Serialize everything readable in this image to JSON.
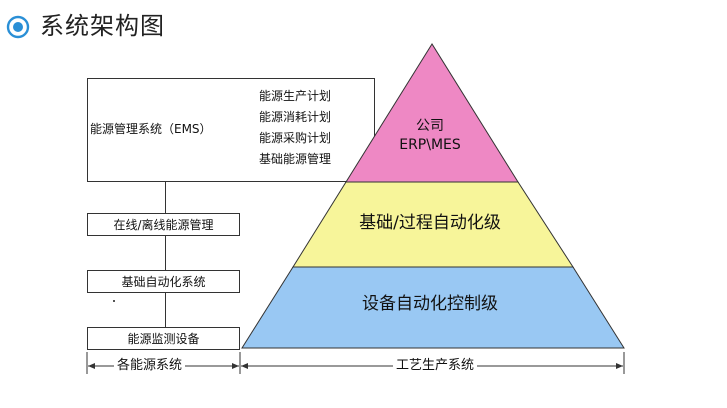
{
  "header": {
    "title": "系统架构图",
    "icon": "circle-bullet-icon",
    "accent_color": "#2a8fd6"
  },
  "ems": {
    "label": "能源管理系统（EMS）",
    "plans": [
      "能源生产计划",
      "能源消耗计划",
      "能源采购计划",
      "基础能源管理"
    ]
  },
  "left_stack": [
    "在线/离线能源管理",
    "基础自动化系统",
    "能源监测设备"
  ],
  "pyramid": {
    "top": {
      "line1": "公司",
      "line2": "ERP\\MES",
      "color": "#ee88c4"
    },
    "middle": {
      "label": "基础/过程自动化级",
      "color": "#f7f59a"
    },
    "bottom": {
      "label": "设备自动化控制级",
      "color": "#99c8f3"
    }
  },
  "footer": {
    "left_span": "各能源系统",
    "right_span": "工艺生产系统"
  }
}
